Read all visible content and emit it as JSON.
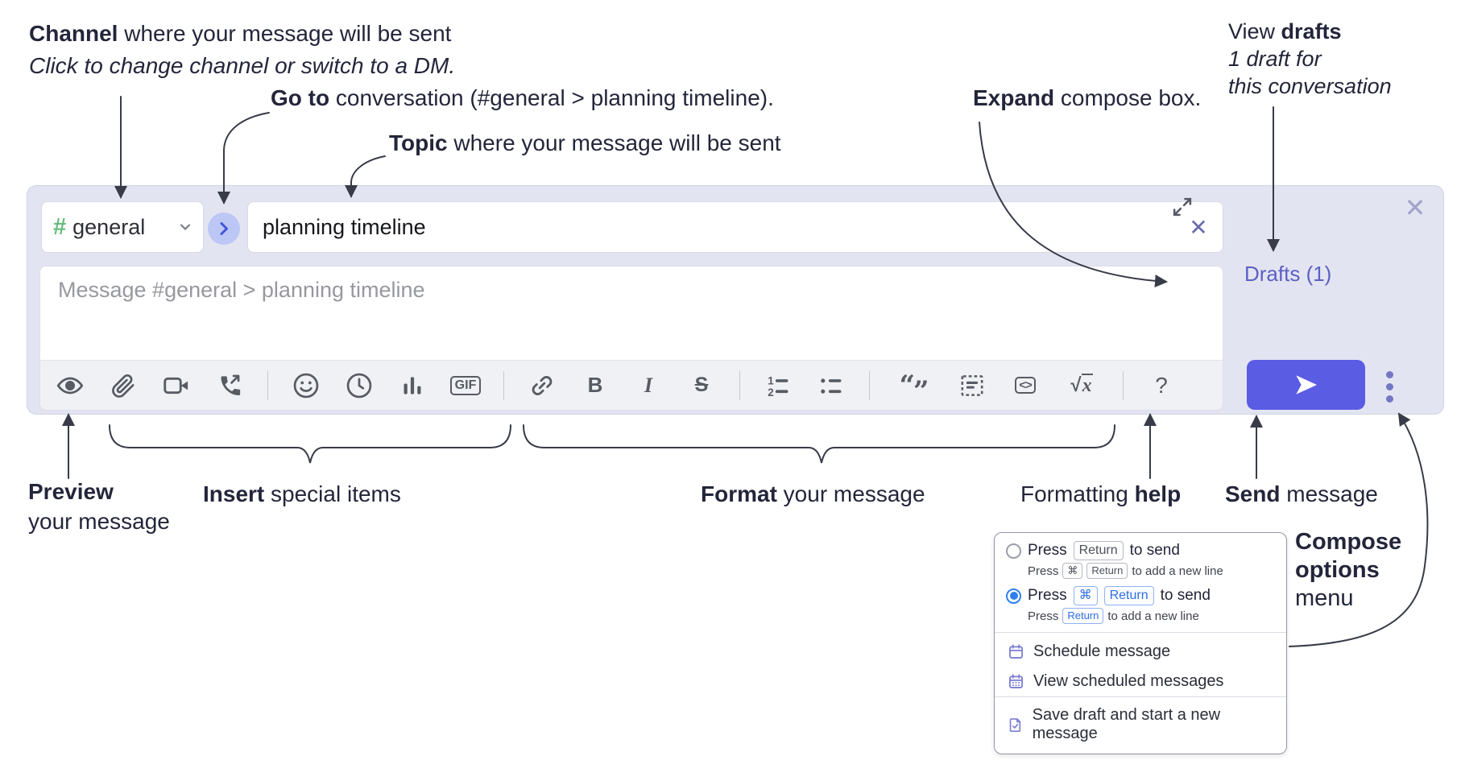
{
  "annotations": {
    "channel": {
      "bold": "Channel",
      "rest": " where your message will be sent",
      "line2": "Click to change channel or switch to a DM."
    },
    "go_to": {
      "bold": "Go to",
      "rest": " conversation (#general > planning timeline)."
    },
    "topic": {
      "bold": "Topic",
      "rest": " where your message will be sent"
    },
    "expand": {
      "bold": "Expand",
      "rest": " compose box."
    },
    "view_drafts": {
      "pre": "View ",
      "bold": "drafts",
      "line2": "1 draft for",
      "line3": "this conversation"
    },
    "preview": {
      "bold": "Preview",
      "line2": "your message"
    },
    "insert": {
      "bold": "Insert",
      "rest": " special items"
    },
    "format": {
      "bold": "Format",
      "rest": " your message"
    },
    "formatting_help": {
      "pre": "Formatting ",
      "bold": "help"
    },
    "send_message": {
      "bold": "Send",
      "rest": " message"
    },
    "compose_options": {
      "line1": "Compose",
      "line2": "options",
      "line3": "menu"
    }
  },
  "compose": {
    "channel": {
      "hash": "#",
      "name": "general"
    },
    "topic": {
      "value": "planning timeline"
    },
    "message_placeholder": "Message #general > planning timeline",
    "drafts_label": "Drafts (1)"
  },
  "toolbar": {
    "gif": "GIF",
    "bold": "B",
    "italic": "I",
    "strike": "S",
    "ol_1": "1",
    "ol_2": "2",
    "quote_open": "“",
    "quote_close": "”",
    "code": "<>",
    "math_radical": "√",
    "math_x": "x",
    "help": "?"
  },
  "icons": {
    "close": "✕",
    "clear": "✕"
  },
  "popup": {
    "options": [
      {
        "pre": "Press",
        "key": "Return",
        "post": "to send",
        "sub_pre": "Press",
        "sub_key1": "⌘",
        "sub_key2": "Return",
        "sub_post": "to add a new line"
      },
      {
        "pre": "Press",
        "key1": "⌘",
        "key2": "Return",
        "post": "to send",
        "sub_pre": "Press",
        "sub_key": "Return",
        "sub_post": "to add a new line"
      }
    ],
    "menu": [
      {
        "label": "Schedule message"
      },
      {
        "label": "View scheduled messages"
      },
      {
        "label": "Save draft and start a new message"
      }
    ]
  },
  "colors": {
    "accent": "#5a5ce4",
    "container_bg": "#e3e4f1",
    "drafts_link": "#5c60c4",
    "channel_green": "#67bc7c",
    "key_blue": "#2e6ee8",
    "radio_selected": "#2f80ed",
    "menu_icon_purple": "#7b7ed2"
  }
}
